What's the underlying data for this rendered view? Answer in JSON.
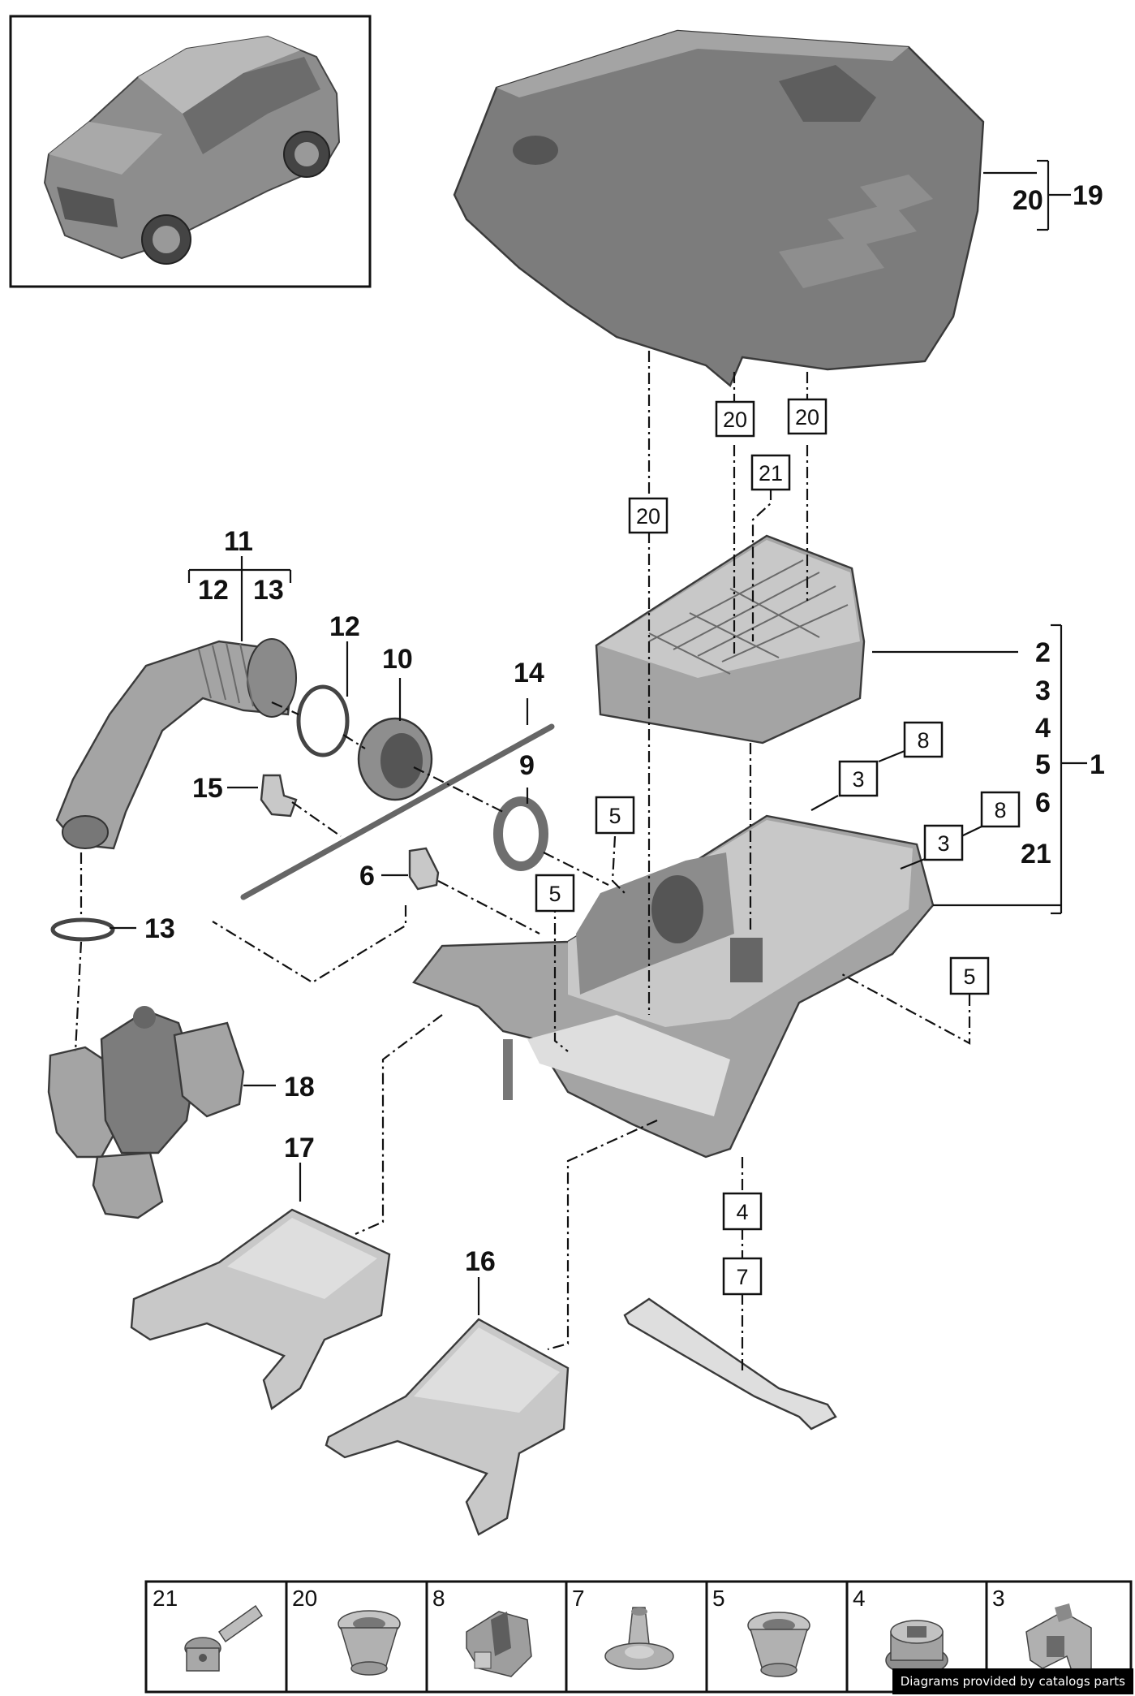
{
  "credit": "Diagrams provided by catalogs parts",
  "callouts": {
    "c19": "19",
    "c20a": "20",
    "c11": "11",
    "c12a": "12",
    "c13a": "13",
    "c12": "12",
    "c10": "10",
    "c14": "14",
    "c9": "9",
    "c15": "15",
    "c6": "6",
    "c13": "13",
    "c18": "18",
    "c17": "17",
    "c16": "16",
    "g2": "2",
    "g3": "3",
    "g4": "4",
    "g5": "5",
    "g6": "6",
    "g21": "21",
    "g1": "1"
  },
  "boxes": {
    "b20a": "20",
    "b20b": "20",
    "b21": "21",
    "b20c": "20",
    "b8a": "8",
    "b3a": "3",
    "b8b": "8",
    "b3b": "3",
    "b5a": "5",
    "b5b": "5",
    "b5c": "5",
    "b4": "4",
    "b7": "7"
  },
  "hardware_table": [
    {
      "label": "21",
      "icon": "bolt-icon"
    },
    {
      "label": "20",
      "icon": "grommet-icon"
    },
    {
      "label": "8",
      "icon": "clip-icon"
    },
    {
      "label": "7",
      "icon": "push-rivet-icon"
    },
    {
      "label": "5",
      "icon": "grommet-icon"
    },
    {
      "label": "4",
      "icon": "rubber-bushing-icon"
    },
    {
      "label": "3",
      "icon": "retaining-clip-icon"
    }
  ]
}
